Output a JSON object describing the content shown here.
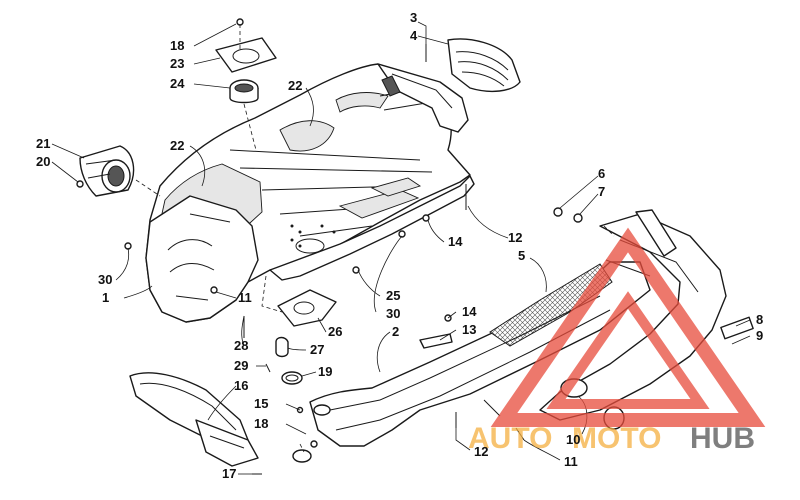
{
  "callouts": [
    {
      "id": "c-3",
      "label": "3"
    },
    {
      "id": "c-4",
      "label": "4"
    },
    {
      "id": "c-18a",
      "label": "18"
    },
    {
      "id": "c-23",
      "label": "23"
    },
    {
      "id": "c-24",
      "label": "24"
    },
    {
      "id": "c-22a",
      "label": "22"
    },
    {
      "id": "c-22b",
      "label": "22"
    },
    {
      "id": "c-21",
      "label": "21"
    },
    {
      "id": "c-20",
      "label": "20"
    },
    {
      "id": "c-6",
      "label": "6"
    },
    {
      "id": "c-7",
      "label": "7"
    },
    {
      "id": "c-12a",
      "label": "12"
    },
    {
      "id": "c-5",
      "label": "5"
    },
    {
      "id": "c-14a",
      "label": "14"
    },
    {
      "id": "c-30a",
      "label": "30"
    },
    {
      "id": "c-1",
      "label": "1"
    },
    {
      "id": "c-11a",
      "label": "11"
    },
    {
      "id": "c-25",
      "label": "25"
    },
    {
      "id": "c-30b",
      "label": "30"
    },
    {
      "id": "c-14b",
      "label": "14"
    },
    {
      "id": "c-13",
      "label": "13"
    },
    {
      "id": "c-26",
      "label": "26"
    },
    {
      "id": "c-2",
      "label": "2"
    },
    {
      "id": "c-28",
      "label": "28"
    },
    {
      "id": "c-27",
      "label": "27"
    },
    {
      "id": "c-29",
      "label": "29"
    },
    {
      "id": "c-19",
      "label": "19"
    },
    {
      "id": "c-16",
      "label": "16"
    },
    {
      "id": "c-8",
      "label": "8"
    },
    {
      "id": "c-9",
      "label": "9"
    },
    {
      "id": "c-15",
      "label": "15"
    },
    {
      "id": "c-18b",
      "label": "18"
    },
    {
      "id": "c-10",
      "label": "10"
    },
    {
      "id": "c-12b",
      "label": "12"
    },
    {
      "id": "c-11b",
      "label": "11"
    },
    {
      "id": "c-17",
      "label": "17"
    }
  ],
  "watermark": {
    "part1": "AUTO",
    "part2": "MOTO",
    "part3": "HUB",
    "colors": {
      "auto": "#f5b041",
      "moto": "#f5b041",
      "hub": "#555555",
      "triangle": "#e74c3c"
    }
  }
}
